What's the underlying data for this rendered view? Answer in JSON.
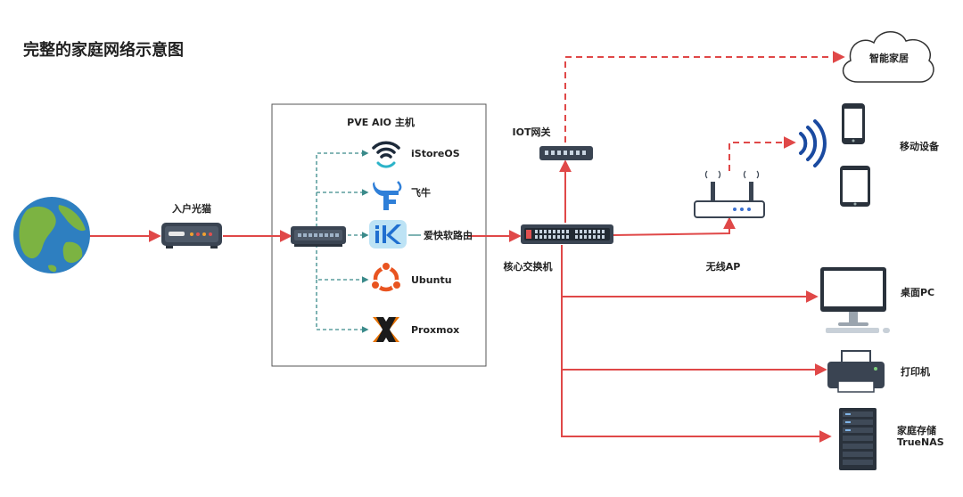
{
  "title": "完整的家庭网络示意图",
  "pve_host": {
    "title": "PVE AIO 主机",
    "vms": [
      {
        "label": "iStoreOS",
        "icon": "istoreos-wifi-icon"
      },
      {
        "label": "飞牛",
        "icon": "fnos-bull-icon"
      },
      {
        "label": "爱快软路由",
        "icon": "ikuai-icon"
      },
      {
        "label": "Ubuntu",
        "icon": "ubuntu-icon"
      },
      {
        "label": "Proxmox",
        "icon": "proxmox-icon"
      }
    ]
  },
  "nodes": {
    "internet": {
      "icon": "globe-icon"
    },
    "modem": {
      "label": "入户光猫"
    },
    "core_switch": {
      "label": "核心交换机"
    },
    "iot_gateway": {
      "label": "IOT网关"
    },
    "smart_home": {
      "label": "智能家居"
    },
    "wireless_ap": {
      "label": "无线AP"
    },
    "mobile": {
      "label": "移动设备"
    },
    "desktop": {
      "label": "桌面PC"
    },
    "printer": {
      "label": "打印机"
    },
    "nas": {
      "label_line1": "家庭存储",
      "label_line2": "TrueNAS"
    }
  },
  "colors": {
    "wired_link": "#e04848",
    "virtual_link": "#3a8a8a",
    "wifi_signal": "#1a4aa0",
    "device_dark": "#3a4452",
    "globe_water": "#2e7fc0",
    "globe_land": "#7cb342"
  }
}
